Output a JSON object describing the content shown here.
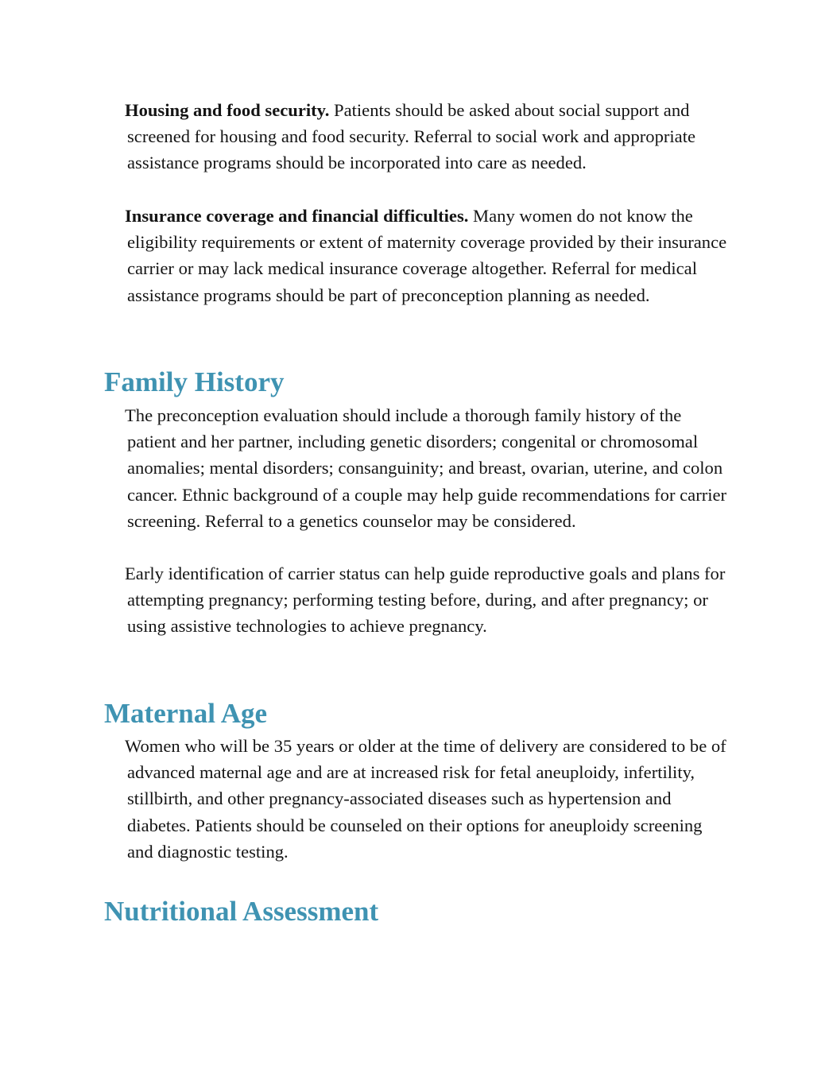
{
  "top_paragraphs": [
    {
      "lead": "Housing and food security.",
      "text": " Patients should be asked about social support and screened for housing and food security. Referral to social work and appropriate assistance programs should be incorporated into care as needed."
    },
    {
      "lead": "Insurance coverage and financial difficulties.",
      "text": " Many women do not know the eligibility requirements or extent of maternity coverage provided by their insurance carrier or may lack medical insurance coverage altogether. Referral for medical assistance programs should be part of preconception planning as needed."
    }
  ],
  "sections": {
    "family_history": {
      "heading": "Family History",
      "paragraphs": [
        "The preconception evaluation should include a thorough family history of the patient and her partner, including genetic disorders; congenital or chromosomal anomalies; mental disorders; consanguinity; and breast, ovarian, uterine, and colon cancer. Ethnic background of a couple may help guide recommendations for carrier screening. Referral to a genetics counselor may be considered.",
        "Early identification of carrier status can help guide reproductive goals and plans for attempting pregnancy; performing testing before, during, and after pregnancy; or using assistive technologies to achieve pregnancy."
      ]
    },
    "maternal_age": {
      "heading": "Maternal Age",
      "paragraphs": [
        "Women who will be 35 years or older at the time of delivery are considered to be of advanced maternal age and are at increased risk for fetal aneuploidy, infertility, stillbirth, and other pregnancy-associated diseases such as hypertension and diabetes. Patients should be counseled on their options for aneuploidy screening and diagnostic testing."
      ]
    },
    "nutritional_assessment": {
      "heading": "Nutritional Assessment"
    }
  },
  "colors": {
    "heading": "#3f93b2",
    "body_text": "#141414"
  }
}
